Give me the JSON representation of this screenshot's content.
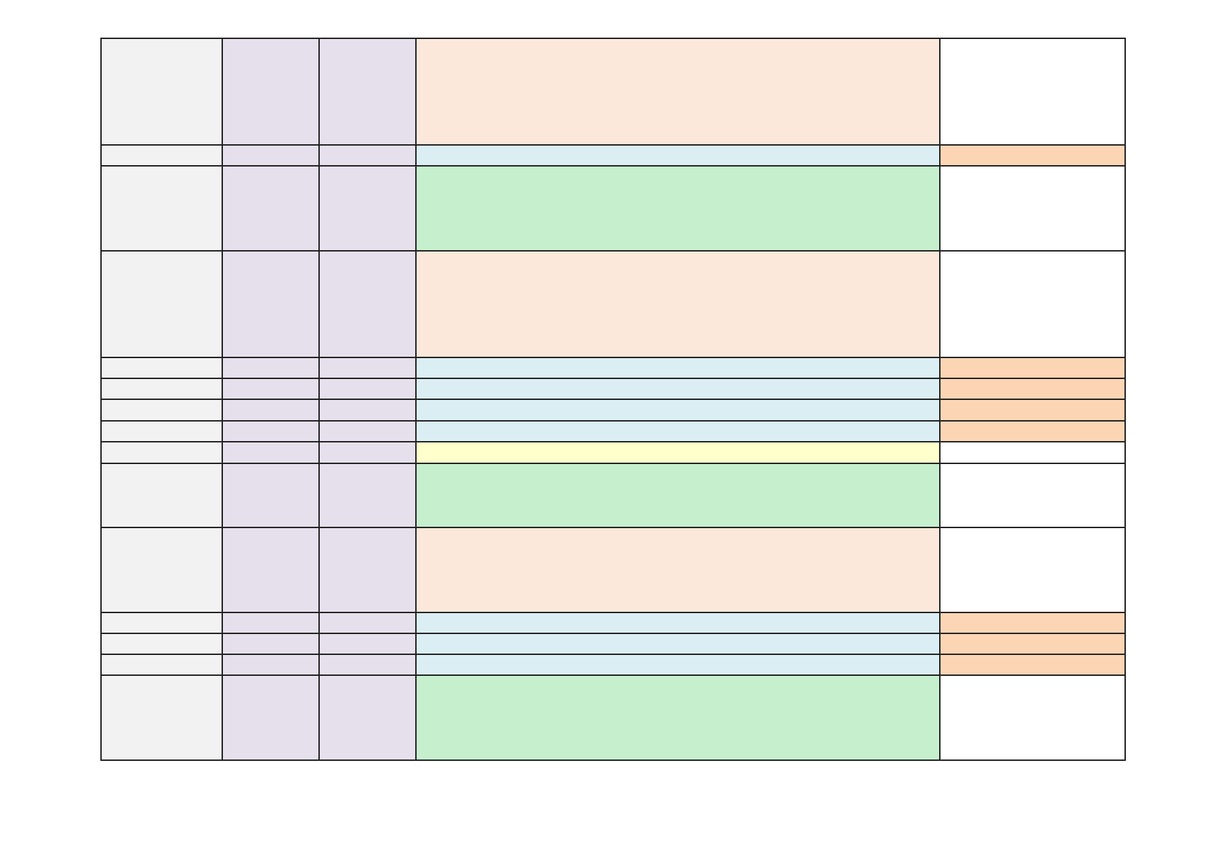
{
  "colors": {
    "grey": "#f2f2f2",
    "lavender": "#e6e0ec",
    "peach": "#fce8da",
    "light_blue": "#dbeef4",
    "green": "#c6efce",
    "yellow": "#ffffcc",
    "orange": "#fcd5b4",
    "white": "#ffffff",
    "border": "#222222"
  },
  "rows": [
    {
      "cells": [
        {
          "fill": "grey",
          "text": ""
        },
        {
          "fill": "lavender",
          "text": ""
        },
        {
          "fill": "lavender",
          "text": ""
        },
        {
          "fill": "peach",
          "text": ""
        },
        {
          "fill": "white",
          "text": ""
        }
      ]
    },
    {
      "cells": [
        {
          "fill": "grey",
          "text": ""
        },
        {
          "fill": "lavender",
          "text": ""
        },
        {
          "fill": "lavender",
          "text": ""
        },
        {
          "fill": "light_blue",
          "text": ""
        },
        {
          "fill": "orange",
          "text": ""
        }
      ]
    },
    {
      "cells": [
        {
          "fill": "grey",
          "text": ""
        },
        {
          "fill": "lavender",
          "text": ""
        },
        {
          "fill": "lavender",
          "text": ""
        },
        {
          "fill": "green",
          "text": ""
        },
        {
          "fill": "white",
          "text": ""
        }
      ]
    },
    {
      "cells": [
        {
          "fill": "grey",
          "text": ""
        },
        {
          "fill": "lavender",
          "text": ""
        },
        {
          "fill": "lavender",
          "text": ""
        },
        {
          "fill": "peach",
          "text": ""
        },
        {
          "fill": "white",
          "text": ""
        }
      ]
    },
    {
      "cells": [
        {
          "fill": "grey",
          "text": ""
        },
        {
          "fill": "lavender",
          "text": ""
        },
        {
          "fill": "lavender",
          "text": ""
        },
        {
          "fill": "light_blue",
          "text": ""
        },
        {
          "fill": "orange",
          "text": ""
        }
      ]
    },
    {
      "cells": [
        {
          "fill": "grey",
          "text": ""
        },
        {
          "fill": "lavender",
          "text": ""
        },
        {
          "fill": "lavender",
          "text": ""
        },
        {
          "fill": "light_blue",
          "text": ""
        },
        {
          "fill": "orange",
          "text": ""
        }
      ]
    },
    {
      "cells": [
        {
          "fill": "grey",
          "text": ""
        },
        {
          "fill": "lavender",
          "text": ""
        },
        {
          "fill": "lavender",
          "text": ""
        },
        {
          "fill": "light_blue",
          "text": ""
        },
        {
          "fill": "orange",
          "text": ""
        }
      ]
    },
    {
      "cells": [
        {
          "fill": "grey",
          "text": ""
        },
        {
          "fill": "lavender",
          "text": ""
        },
        {
          "fill": "lavender",
          "text": ""
        },
        {
          "fill": "light_blue",
          "text": ""
        },
        {
          "fill": "orange",
          "text": ""
        }
      ]
    },
    {
      "cells": [
        {
          "fill": "grey",
          "text": ""
        },
        {
          "fill": "lavender",
          "text": ""
        },
        {
          "fill": "lavender",
          "text": ""
        },
        {
          "fill": "yellow",
          "text": ""
        },
        {
          "fill": "white",
          "text": ""
        }
      ]
    },
    {
      "cells": [
        {
          "fill": "grey",
          "text": ""
        },
        {
          "fill": "lavender",
          "text": ""
        },
        {
          "fill": "lavender",
          "text": ""
        },
        {
          "fill": "green",
          "text": ""
        },
        {
          "fill": "white",
          "text": ""
        }
      ]
    },
    {
      "cells": [
        {
          "fill": "grey",
          "text": ""
        },
        {
          "fill": "lavender",
          "text": ""
        },
        {
          "fill": "lavender",
          "text": ""
        },
        {
          "fill": "peach",
          "text": ""
        },
        {
          "fill": "white",
          "text": ""
        }
      ]
    },
    {
      "cells": [
        {
          "fill": "grey",
          "text": ""
        },
        {
          "fill": "lavender",
          "text": ""
        },
        {
          "fill": "lavender",
          "text": ""
        },
        {
          "fill": "light_blue",
          "text": ""
        },
        {
          "fill": "orange",
          "text": ""
        }
      ]
    },
    {
      "cells": [
        {
          "fill": "grey",
          "text": ""
        },
        {
          "fill": "lavender",
          "text": ""
        },
        {
          "fill": "lavender",
          "text": ""
        },
        {
          "fill": "light_blue",
          "text": ""
        },
        {
          "fill": "orange",
          "text": ""
        }
      ]
    },
    {
      "cells": [
        {
          "fill": "grey",
          "text": ""
        },
        {
          "fill": "lavender",
          "text": ""
        },
        {
          "fill": "lavender",
          "text": ""
        },
        {
          "fill": "light_blue",
          "text": ""
        },
        {
          "fill": "orange",
          "text": ""
        }
      ]
    },
    {
      "cells": [
        {
          "fill": "grey",
          "text": ""
        },
        {
          "fill": "lavender",
          "text": ""
        },
        {
          "fill": "lavender",
          "text": ""
        },
        {
          "fill": "green",
          "text": ""
        },
        {
          "fill": "white",
          "text": ""
        }
      ]
    }
  ]
}
